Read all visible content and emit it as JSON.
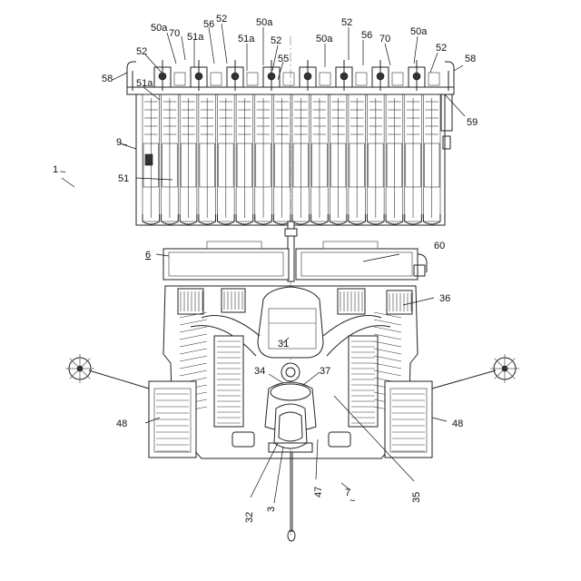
{
  "figure": {
    "ref_labels": [
      {
        "id": "l1",
        "text": "1",
        "tilde": true
      },
      {
        "id": "l9",
        "text": "9",
        "tilde": true
      },
      {
        "id": "l6",
        "text": "6",
        "underline": true
      },
      {
        "id": "l7",
        "text": "7",
        "tilde": true
      },
      {
        "id": "l58a",
        "text": "58"
      },
      {
        "id": "l58b",
        "text": "58"
      },
      {
        "id": "l51a_1",
        "text": "51a"
      },
      {
        "id": "l52_1",
        "text": "52"
      },
      {
        "id": "l50a_1",
        "text": "50a"
      },
      {
        "id": "l70_1",
        "text": "70"
      },
      {
        "id": "l51a_2",
        "text": "51a"
      },
      {
        "id": "l56_1",
        "text": "56"
      },
      {
        "id": "l52_2",
        "text": "52"
      },
      {
        "id": "l51a_3",
        "text": "51a"
      },
      {
        "id": "l50a_2",
        "text": "50a"
      },
      {
        "id": "l52_3",
        "text": "52"
      },
      {
        "id": "l55",
        "text": "55"
      },
      {
        "id": "l50a_3",
        "text": "50a"
      },
      {
        "id": "l52_4",
        "text": "52"
      },
      {
        "id": "l56_2",
        "text": "56"
      },
      {
        "id": "l70_2",
        "text": "70"
      },
      {
        "id": "l50a_4",
        "text": "50a"
      },
      {
        "id": "l52_5",
        "text": "52"
      },
      {
        "id": "l59",
        "text": "59"
      },
      {
        "id": "l51",
        "text": "51"
      },
      {
        "id": "l60",
        "text": "60"
      },
      {
        "id": "l36",
        "text": "36"
      },
      {
        "id": "l31",
        "text": "31"
      },
      {
        "id": "l34",
        "text": "34"
      },
      {
        "id": "l37",
        "text": "37"
      },
      {
        "id": "l48a",
        "text": "48"
      },
      {
        "id": "l48b",
        "text": "48"
      },
      {
        "id": "l32",
        "text": "32"
      },
      {
        "id": "l3",
        "text": "3"
      },
      {
        "id": "l47",
        "text": "47"
      },
      {
        "id": "l35",
        "text": "35"
      }
    ]
  },
  "colors": {
    "line": "#222222",
    "background": "#ffffff"
  }
}
